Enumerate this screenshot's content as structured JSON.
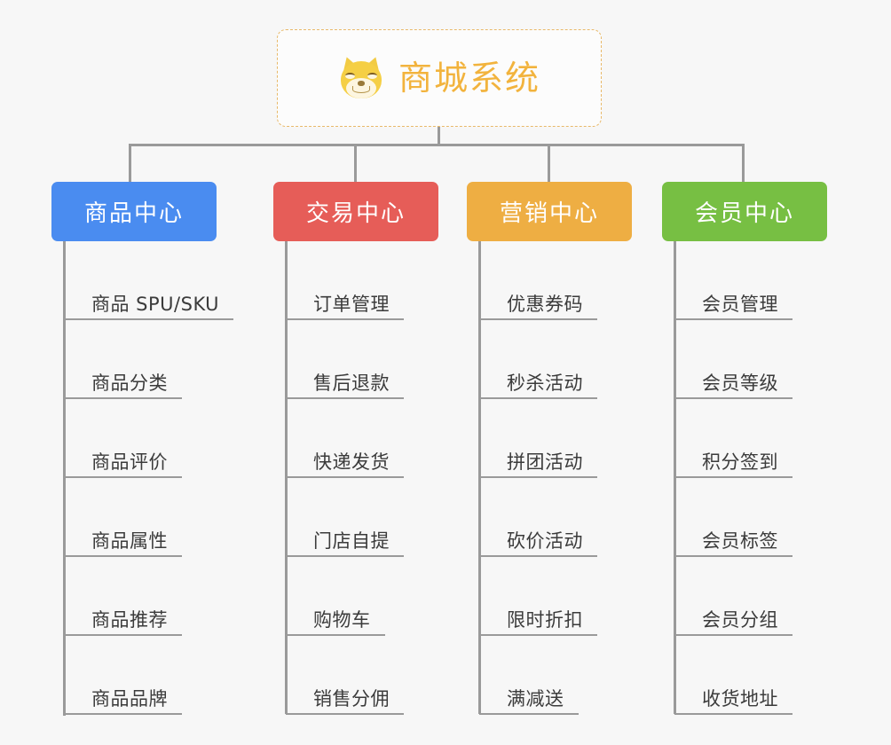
{
  "root": {
    "title": "商城系统",
    "icon": "shiba-dog-face-icon",
    "border_color": "#e8b96a",
    "text_color": "#f2b33d"
  },
  "connector_color": "#9a9a9a",
  "background_color": "#f7f7f7",
  "columns": [
    {
      "label": "商品中心",
      "color": "#4a8cf0",
      "items": [
        "商品 SPU/SKU",
        "商品分类",
        "商品评价",
        "商品属性",
        "商品推荐",
        "商品品牌"
      ]
    },
    {
      "label": "交易中心",
      "color": "#e65d58",
      "items": [
        "订单管理",
        "售后退款",
        "快递发货",
        "门店自提",
        "购物车",
        "销售分佣"
      ]
    },
    {
      "label": "营销中心",
      "color": "#eeae43",
      "items": [
        "优惠券码",
        "秒杀活动",
        "拼团活动",
        "砍价活动",
        "限时折扣",
        "满减送"
      ]
    },
    {
      "label": "会员中心",
      "color": "#77bf43",
      "items": [
        "会员管理",
        "会员等级",
        "积分签到",
        "会员标签",
        "会员分组",
        "收货地址"
      ]
    }
  ]
}
